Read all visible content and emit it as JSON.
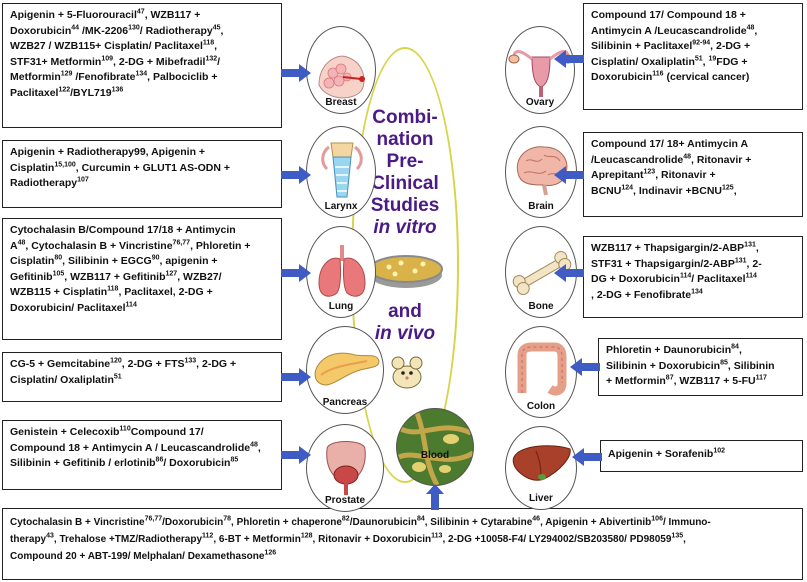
{
  "center": {
    "line1": "Combi-",
    "line2": "nation",
    "line3": "Pre-",
    "line4": "Clinical",
    "line5": "Studies",
    "line6": "in vitro",
    "line7": "and",
    "line8": "in vivo"
  },
  "organs": {
    "breast": "Breast",
    "larynx": "Larynx",
    "lung": "Lung",
    "pancreas": "Pancreas",
    "prostate": "Prostate",
    "blood": "Blood",
    "ovary": "Ovary",
    "brain": "Brain",
    "bone": "Bone",
    "colon": "Colon",
    "liver": "Liver"
  },
  "boxes": {
    "breast": [
      [
        "Apigenin + 5-Fluorouracil",
        "47",
        ", WZB117 +"
      ],
      [
        "Doxorubicin",
        "44",
        " /MK-2206",
        "130",
        "/ Radiotherapy",
        "45",
        ","
      ],
      [
        "WZB27 / WZB115+ Cisplatin/ Paclitaxel",
        "118",
        ","
      ],
      [
        "STF31+ Metformin",
        "109",
        ", 2-DG + Mibefradil",
        "132",
        "/"
      ],
      [
        "Metformin",
        "129",
        " /Fenofibrate",
        "134",
        ", Palbociclib +"
      ],
      [
        "Paclitaxel",
        "122",
        "/BYL719",
        "136",
        ""
      ]
    ],
    "larynx": [
      [
        "Apigenin + Radiotherapy99, Apigenin +"
      ],
      [
        "Cisplatin",
        "15,100",
        ", Curcumin + GLUT1 AS-ODN +"
      ],
      [
        "Radiotherapy",
        "107",
        ""
      ]
    ],
    "lung": [
      [
        "Cytochalasin B/Compound 17/18 + Antimycin"
      ],
      [
        "A",
        "48",
        ", Cytochalasin B + Vincristine",
        "76,77",
        ", Phloretin +"
      ],
      [
        "Cisplatin",
        "80",
        ", Silibinin + EGCG",
        "90",
        ", apigenin +"
      ],
      [
        "Gefitinib",
        "105",
        ", WZB117 + Gefitinib",
        "127",
        ", WZB27/"
      ],
      [
        "WZB115 + Cisplatin",
        "118",
        ", Paclitaxel, 2-DG +"
      ],
      [
        "Doxorubicin/ Paclitaxel",
        "114",
        ""
      ]
    ],
    "pancreas": [
      [
        "CG-5 + Gemcitabine",
        "120",
        ", 2-DG + FTS",
        "133",
        ", 2-DG +"
      ],
      [
        "Cisplatin/ Oxaliplatin",
        "51",
        ""
      ]
    ],
    "prostate": [
      [
        "Genistein + Celecoxib",
        "110",
        "Compound 17/"
      ],
      [
        "Compound 18 + Antimycin A / Leucascandrolide",
        "48",
        ","
      ],
      [
        "Silibinin + Gefitinib / erlotinib",
        "86",
        "/ Doxorubicin",
        "85",
        ""
      ]
    ],
    "ovary": [
      [
        "Compound 17/ Compound 18 +"
      ],
      [
        "Antimycin A /Leucascandrolide",
        "48",
        ","
      ],
      [
        "Silibinin + Paclitaxel",
        "92-94",
        ", 2-DG +"
      ],
      [
        "Cisplatin/ Oxaliplatin",
        "51",
        ", ",
        "19",
        "FDG +"
      ],
      [
        "Doxorubicin",
        "116",
        " (cervical cancer)"
      ]
    ],
    "brain": [
      [
        "Compound 17/ 18+ Antimycin A"
      ],
      [
        "/Leucascandrolide",
        "48",
        ", Ritonavir +"
      ],
      [
        "Aprepitant",
        "123",
        ", Ritonavir +"
      ],
      [
        "BCNU",
        "124",
        ", Indinavir +BCNU",
        "125",
        ","
      ]
    ],
    "bone": [
      [
        "WZB117 + Thapsigargin/2-ABP",
        "131",
        ","
      ],
      [
        "STF31 + Thapsigargin/2-ABP",
        "131",
        ", 2-"
      ],
      [
        "DG + Doxorubicin",
        "114",
        "/ Paclitaxel",
        "114",
        ""
      ],
      [
        ", 2-DG + Fenofibrate",
        "134",
        ""
      ]
    ],
    "colon": [
      [
        "Phloretin + Daunorubicin",
        "84",
        ","
      ],
      [
        "Silibinin + Doxorubicin",
        "85",
        ", Silibinin"
      ],
      [
        "+ Metformin",
        "87",
        ", WZB117 + 5-FU",
        "117",
        ""
      ]
    ],
    "liver": [
      [
        "Apigenin + Sorafenib",
        "102",
        ""
      ]
    ],
    "blood": [
      [
        "Cytochalasin B + Vincristine",
        "76,77",
        "/Doxorubicin",
        "78",
        ", Phloretin + chaperone",
        "82",
        "/Daunorubicin",
        "84",
        ", Silibinin + Cytarabine",
        "46",
        ", Apigenin + Abivertinib",
        "106",
        "/ Immuno-"
      ],
      [
        "therapy",
        "43",
        ", Trehalose +TMZ/Radiotherapy",
        "112",
        ", 6-BT + Metformin",
        "128",
        ", Ritonavir + Doxorubicin",
        "113",
        ", 2-DG +10058-F4/ LY294002/SB203580/ PD98059",
        "135",
        ","
      ],
      [
        "Compound 20 + ABT-199/ Melphalan/ Dexamethasone",
        "126",
        ""
      ]
    ]
  },
  "colors": {
    "arrow": "#3f5bc4",
    "title": "#4a1a86",
    "center_border": "#d8d44a"
  }
}
